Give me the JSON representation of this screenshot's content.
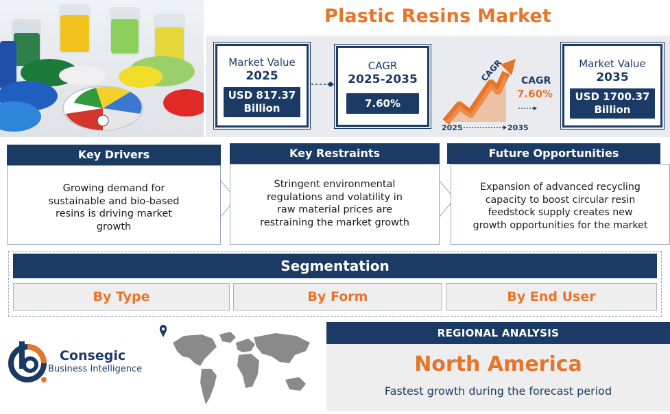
{
  "title": "Plastic Resins Market",
  "metrics": {
    "value_2025": {
      "label": "Market Value",
      "year": "2025",
      "value_line1": "USD 817.37",
      "value_line2": "Billion"
    },
    "cagr": {
      "label": "CAGR",
      "period": "2025-2035",
      "value": "7.60%"
    },
    "graphic": {
      "arrow_text": "CAGR",
      "label": "CAGR",
      "value": "7.60%",
      "start_year": "2025",
      "end_year": "2035"
    },
    "value_2035": {
      "label": "Market Value",
      "year": "2035",
      "value_line1": "USD 1700.37",
      "value_line2": "Billion"
    }
  },
  "keys": {
    "drivers": {
      "heading": "Key Drivers",
      "lines": [
        "Growing demand for",
        "sustainable and bio-based",
        "resins is driving market",
        "growth"
      ]
    },
    "restraints": {
      "heading": "Key Restraints",
      "lines": [
        "Stringent environmental",
        "regulations and volatility in",
        "raw material prices are",
        "restraining the market growth"
      ]
    },
    "opportunities": {
      "heading": "Future Opportunities",
      "lines": [
        "Expansion of advanced recycling",
        "capacity to boost circular resin",
        "feedstock supply creates new",
        "growth opportunities for the market"
      ]
    }
  },
  "segmentation": {
    "heading": "Segmentation",
    "items": [
      "By Type",
      "By Form",
      "By End User"
    ]
  },
  "brand": {
    "name": "Consegic",
    "tagline": "Business Intelligence"
  },
  "region": {
    "heading": "REGIONAL ANALYSIS",
    "name": "North America",
    "subtitle": "Fastest growth during the forecast period"
  },
  "colors": {
    "navy": "#1b3a64",
    "orange": "#e8742a",
    "panel_grey": "#e9ebee"
  },
  "icons": [
    "location-pin-icon",
    "world-map-icon",
    "recycle-icon",
    "growth-arrow-icon"
  ]
}
